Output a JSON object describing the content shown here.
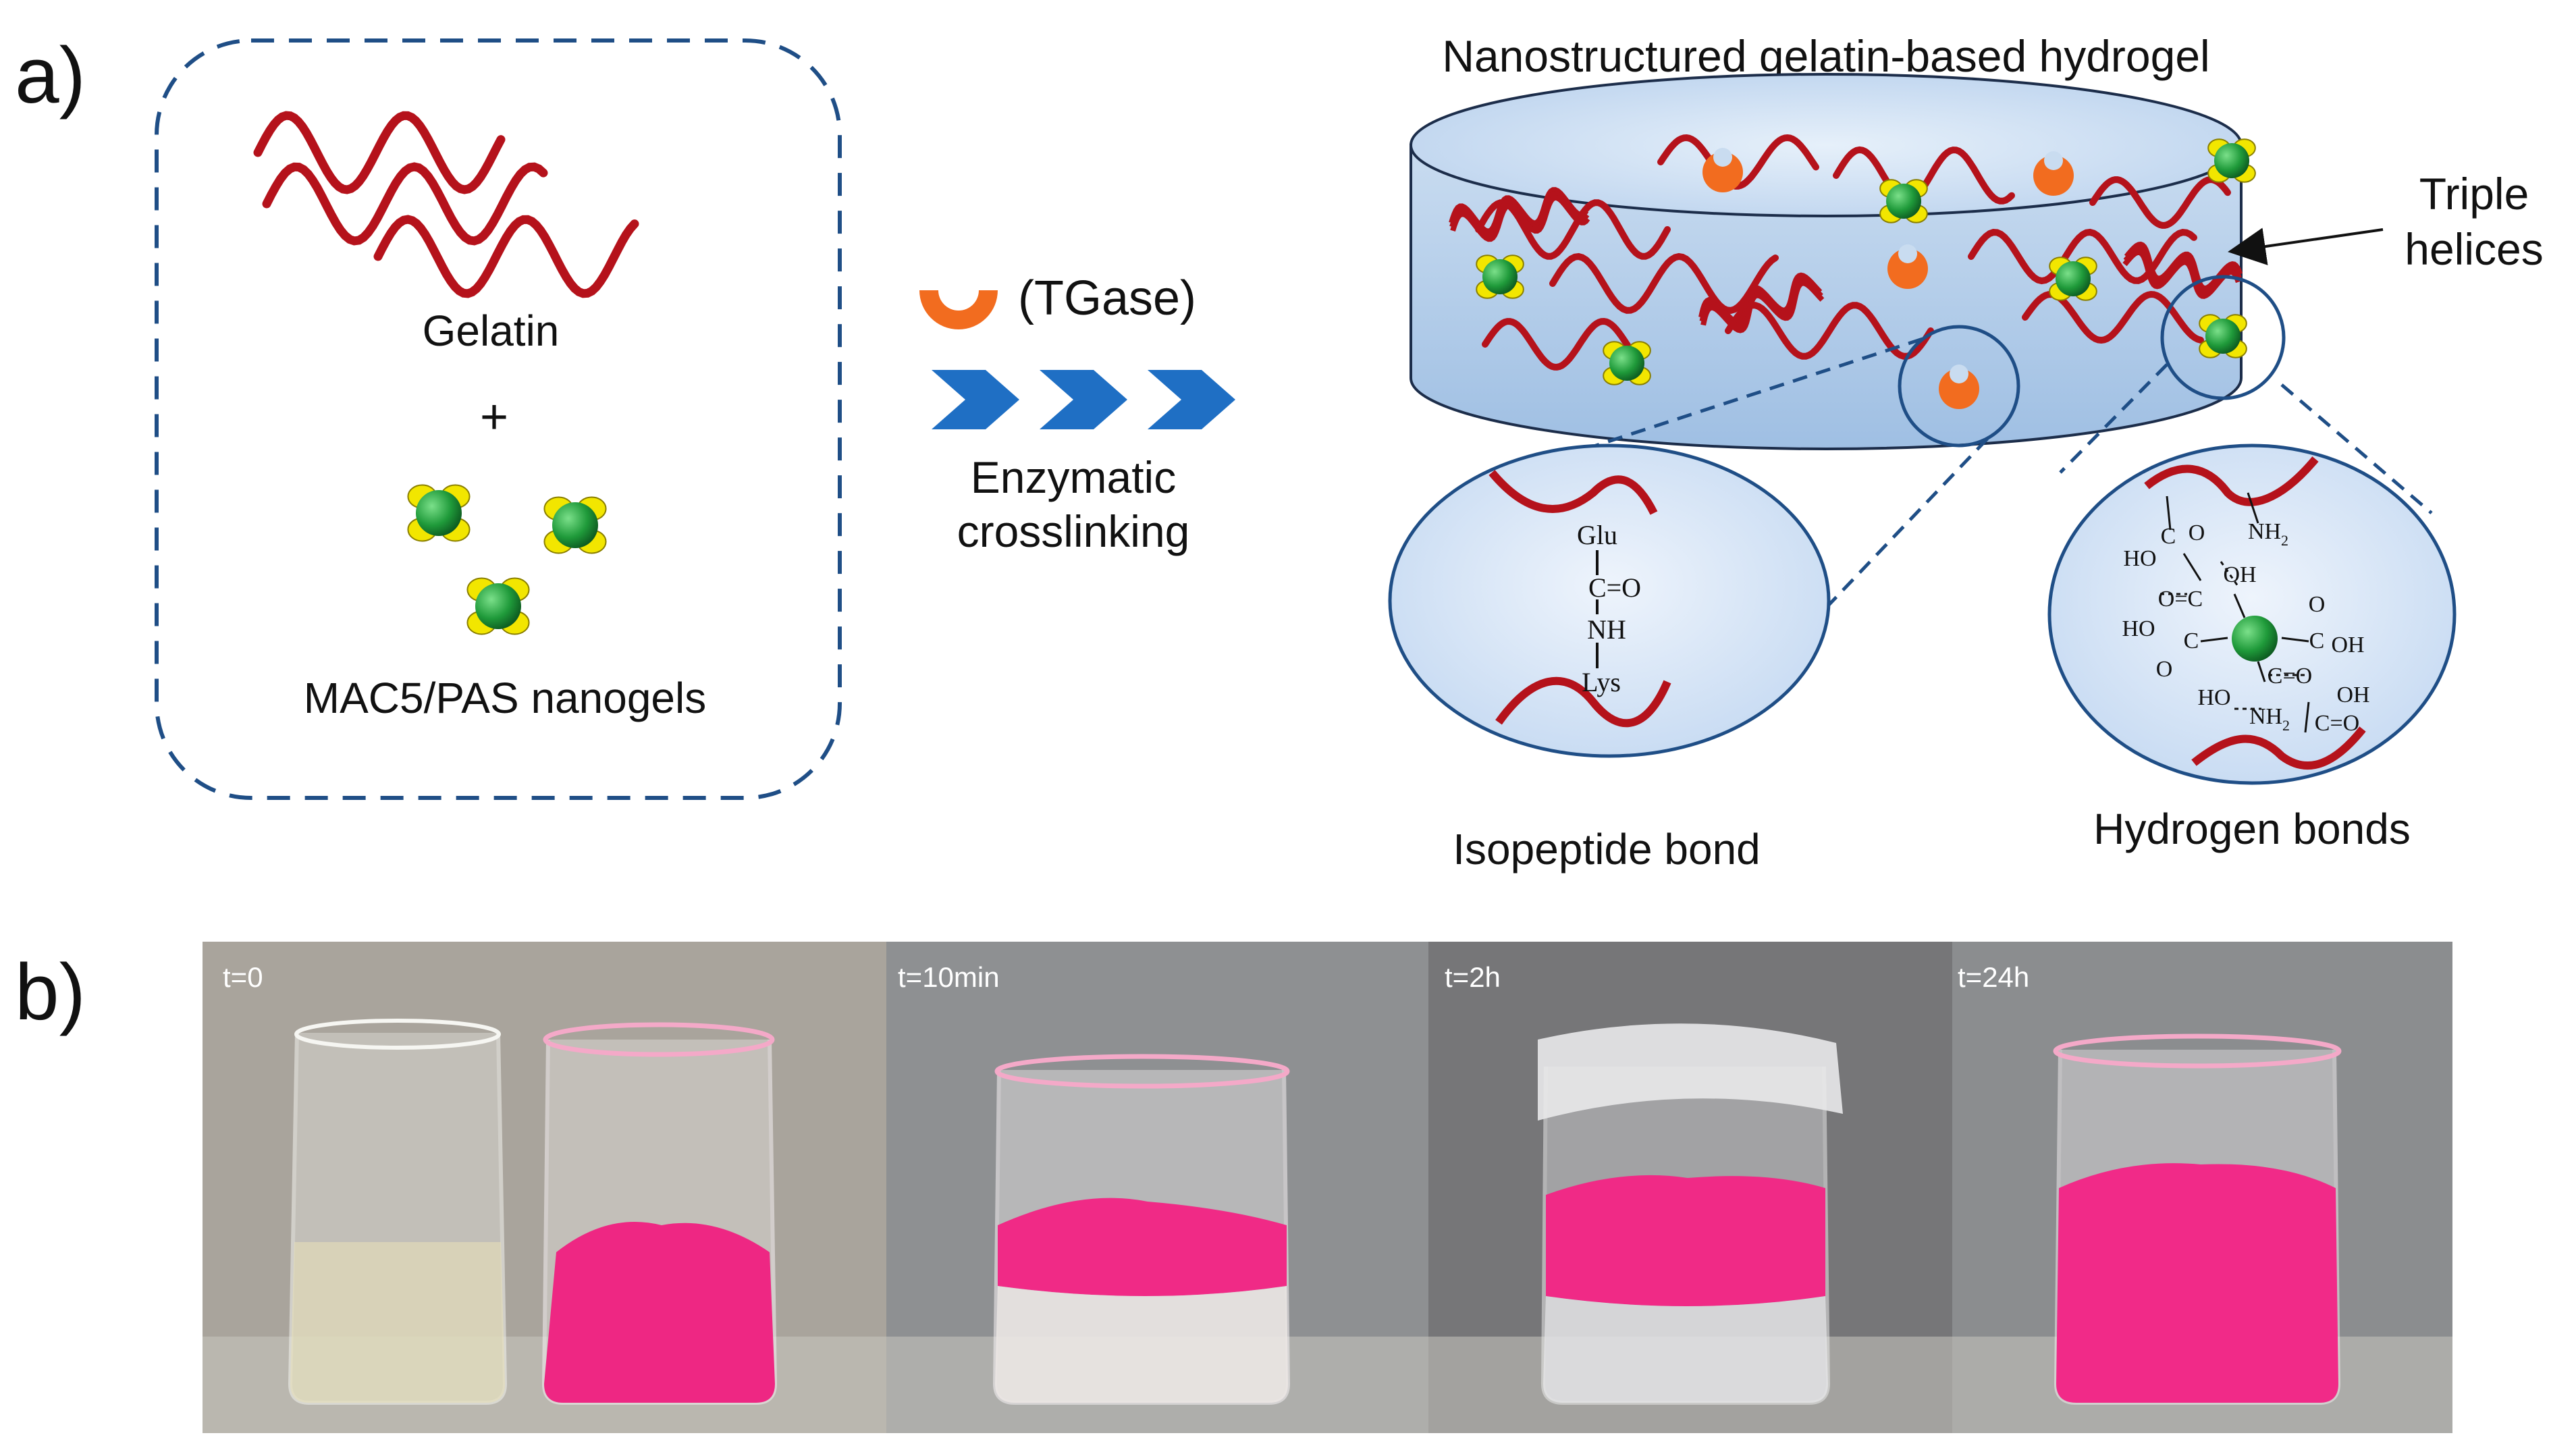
{
  "panel_a": {
    "label": "a)",
    "gelatin_label": "Gelatin",
    "plus": "+",
    "nanogels_label": "MAC5/PAS nanogels",
    "enzyme_label": "(TGase)",
    "process_line1": "Enzymatic",
    "process_line2": "crosslinking",
    "hydrogel_title": "Nanostructured gelatin-based hydrogel",
    "triple_line1": "Triple",
    "triple_line2": "helices",
    "isopeptide": {
      "caption": "Isopeptide bond",
      "glu": "Glu",
      "co": "C=O",
      "nh": "NH",
      "lys": "Lys"
    },
    "hbond": {
      "caption": "Hydrogen bonds",
      "nh2_top": "NH",
      "sub2": "2",
      "c_top": "C",
      "o_top": "O",
      "ho_top": "HO",
      "oh_top": "OH",
      "o_eq_c": "O=C",
      "ho_left": "HO",
      "c_left": "C",
      "o_left": "O",
      "c_right": "C",
      "o_right": "O",
      "oh_right": "OH",
      "c_eq_o": "C=O",
      "oh_low": "OH",
      "ho_low": "HO",
      "nh2_low": "NH",
      "c_eq_o_low": "C=O"
    },
    "colors": {
      "helix": "#b5121b",
      "enzyme": "#f26c1f",
      "nanogel": "#1f9a3a",
      "nanogel_petal": "#f2e600",
      "chevron": "#1f6fc4",
      "box_dash": "#1f4e86",
      "cylinder": "#b9d2ec"
    }
  },
  "panel_b": {
    "label": "b)",
    "times": [
      "t=0",
      "t=10min",
      "t=2h",
      "t=24h"
    ],
    "colors": {
      "pink": "#f0207e",
      "photo_bg": "#9a9a9a"
    }
  }
}
